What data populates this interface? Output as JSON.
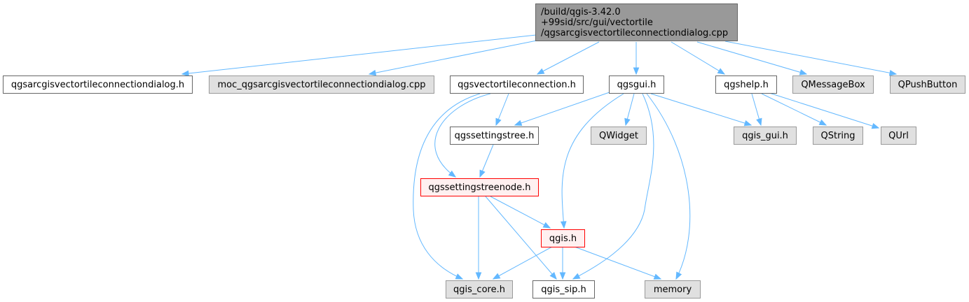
{
  "colors": {
    "edge": "#63b8ff",
    "root_fill": "#999999",
    "root_stroke": "#666666",
    "plain_fill": "#ffffff",
    "plain_stroke": "#666666",
    "external_fill": "#e0e0e0",
    "external_stroke": "#999999",
    "truncated_fill": "#fff0f0",
    "truncated_stroke": "#ff0000"
  },
  "nodes": [
    {
      "id": "root",
      "style": "root",
      "lines": [
        "/build/qgis-3.42.0",
        "+99sid/src/gui/vectortile",
        "/qgsarcgisvectortileconnectiondialog.cpp"
      ]
    },
    {
      "id": "n_arcgis_h",
      "style": "plain",
      "lines": [
        "qgsarcgisvectortileconnectiondialog.h"
      ]
    },
    {
      "id": "n_moc",
      "style": "external",
      "lines": [
        "moc_qgsarcgisvectortileconnectiondialog.cpp"
      ]
    },
    {
      "id": "n_vtconn",
      "style": "plain",
      "lines": [
        "qgsvectortileconnection.h"
      ]
    },
    {
      "id": "n_qgsgui",
      "style": "plain",
      "lines": [
        "qgsgui.h"
      ]
    },
    {
      "id": "n_qgshelp",
      "style": "plain",
      "lines": [
        "qgshelp.h"
      ]
    },
    {
      "id": "n_qmessagebox",
      "style": "external",
      "lines": [
        "QMessageBox"
      ]
    },
    {
      "id": "n_qpushbutton",
      "style": "external",
      "lines": [
        "QPushButton"
      ]
    },
    {
      "id": "n_settingstree",
      "style": "plain",
      "lines": [
        "qgssettingstree.h"
      ]
    },
    {
      "id": "n_qwidget",
      "style": "external",
      "lines": [
        "QWidget"
      ]
    },
    {
      "id": "n_qgis_gui",
      "style": "external",
      "lines": [
        "qgis_gui.h"
      ]
    },
    {
      "id": "n_qstring",
      "style": "external",
      "lines": [
        "QString"
      ]
    },
    {
      "id": "n_qurl",
      "style": "external",
      "lines": [
        "QUrl"
      ]
    },
    {
      "id": "n_settingstreenode",
      "style": "truncated",
      "lines": [
        "qgssettingstreenode.h"
      ]
    },
    {
      "id": "n_qgis",
      "style": "truncated",
      "lines": [
        "qgis.h"
      ]
    },
    {
      "id": "n_qgis_core",
      "style": "external",
      "lines": [
        "qgis_core.h"
      ]
    },
    {
      "id": "n_qgis_sip",
      "style": "plain",
      "lines": [
        "qgis_sip.h"
      ]
    },
    {
      "id": "n_memory",
      "style": "external",
      "lines": [
        "memory"
      ]
    }
  ],
  "edges": [
    {
      "from": "root",
      "to": "n_arcgis_h"
    },
    {
      "from": "root",
      "to": "n_moc"
    },
    {
      "from": "root",
      "to": "n_vtconn"
    },
    {
      "from": "root",
      "to": "n_qgsgui"
    },
    {
      "from": "root",
      "to": "n_qgshelp"
    },
    {
      "from": "root",
      "to": "n_qmessagebox"
    },
    {
      "from": "root",
      "to": "n_qpushbutton"
    },
    {
      "from": "n_vtconn",
      "to": "n_settingstree"
    },
    {
      "from": "n_vtconn",
      "to": "n_settingstreenode"
    },
    {
      "from": "n_vtconn",
      "to": "n_qgis_core"
    },
    {
      "from": "n_qgsgui",
      "to": "n_settingstree"
    },
    {
      "from": "n_qgsgui",
      "to": "n_qwidget"
    },
    {
      "from": "n_qgsgui",
      "to": "n_qgis_gui"
    },
    {
      "from": "n_qgsgui",
      "to": "n_qgis"
    },
    {
      "from": "n_qgsgui",
      "to": "n_qgis_sip"
    },
    {
      "from": "n_qgsgui",
      "to": "n_memory"
    },
    {
      "from": "n_qgshelp",
      "to": "n_qgis_gui"
    },
    {
      "from": "n_qgshelp",
      "to": "n_qstring"
    },
    {
      "from": "n_qgshelp",
      "to": "n_qurl"
    },
    {
      "from": "n_settingstree",
      "to": "n_settingstreenode"
    },
    {
      "from": "n_settingstreenode",
      "to": "n_qgis"
    },
    {
      "from": "n_settingstreenode",
      "to": "n_qgis_core"
    },
    {
      "from": "n_settingstreenode",
      "to": "n_qgis_sip"
    },
    {
      "from": "n_qgis",
      "to": "n_qgis_core"
    },
    {
      "from": "n_qgis",
      "to": "n_qgis_sip"
    },
    {
      "from": "n_qgis",
      "to": "n_memory"
    }
  ]
}
